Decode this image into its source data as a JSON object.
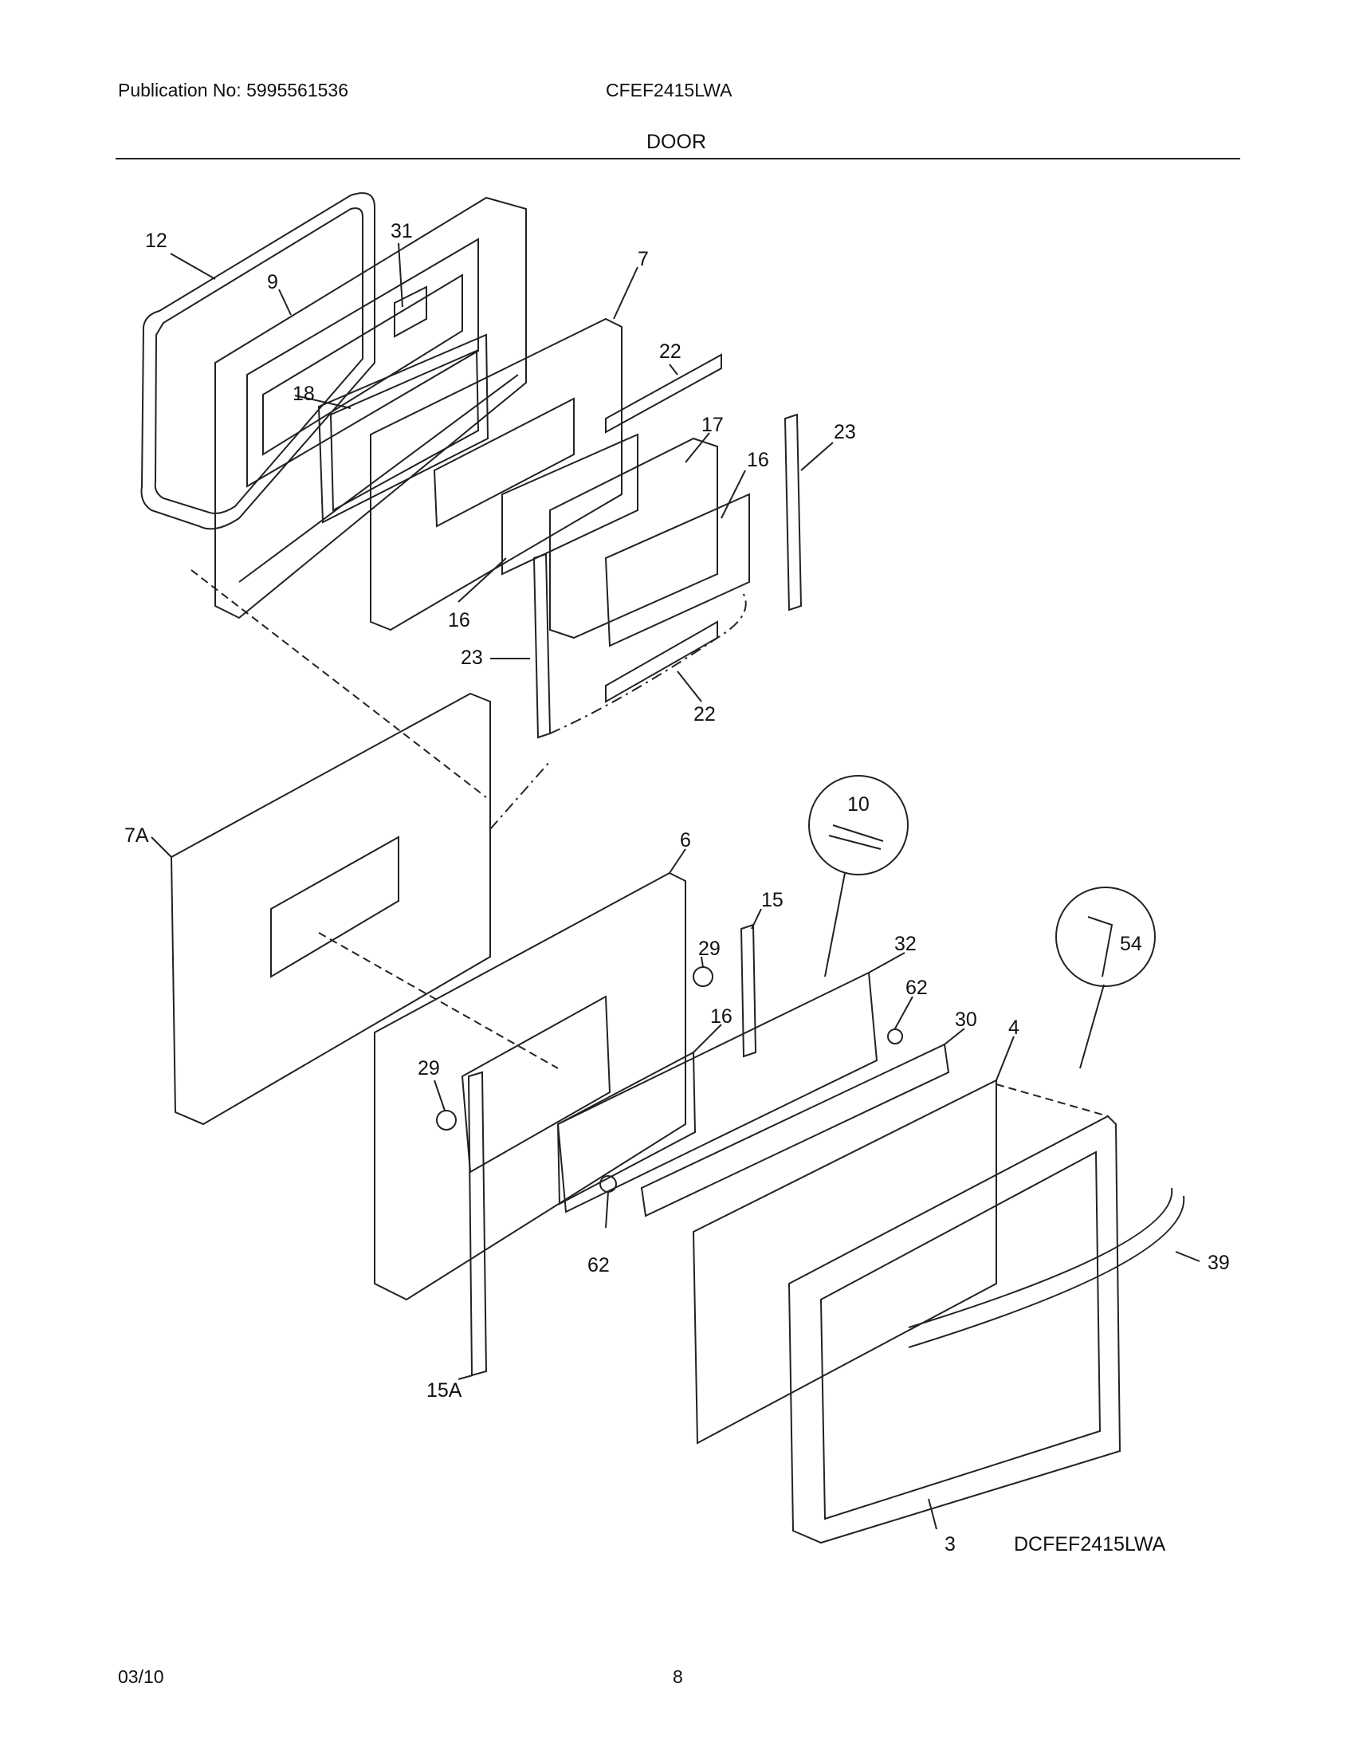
{
  "header": {
    "publication": "Publication No: 5995561536",
    "model": "CFEF2415LWA",
    "section": "DOOR"
  },
  "diagram": {
    "code": "DCFEF2415LWA",
    "callouts": [
      "12",
      "31",
      "9",
      "7",
      "22",
      "18",
      "17",
      "23",
      "16",
      "16",
      "23",
      "22",
      "7A",
      "10",
      "6",
      "15",
      "29",
      "32",
      "62",
      "30",
      "4",
      "54",
      "16",
      "29",
      "39",
      "62",
      "15A",
      "3"
    ]
  },
  "footer": {
    "date": "03/10",
    "page": "8"
  }
}
